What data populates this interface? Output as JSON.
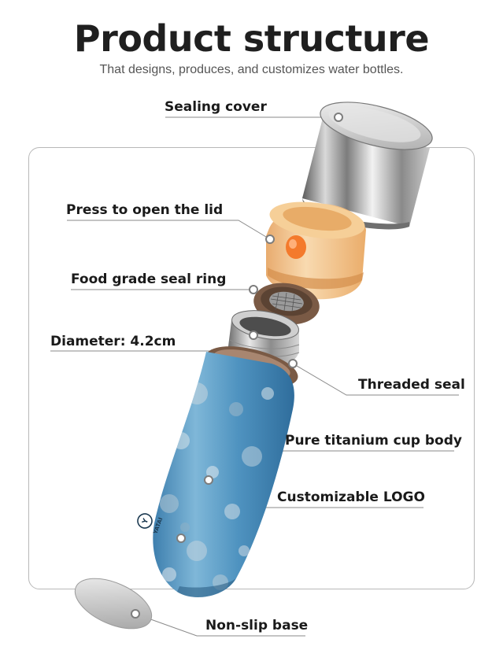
{
  "header": {
    "title": "Product structure",
    "subtitle": "That designs, produces, and customizes water bottles."
  },
  "parts": {
    "sealing_cover": "Sealing cover",
    "press_lid": "Press to open the lid",
    "seal_ring": "Food grade seal ring",
    "diameter": "Diameter: 4.2cm",
    "threaded_seal": "Threaded seal",
    "cup_body": "Pure titanium cup body",
    "logo": "Customizable LOGO",
    "base": "Non-slip base"
  },
  "logo_mark": "YATAI",
  "colors": {
    "title": "#1f1f1f",
    "body_blue": "#4f93c0",
    "lid_amber": "#f3c58a",
    "button_orange": "#f47a2c",
    "ring_brown": "#7a5a45"
  }
}
